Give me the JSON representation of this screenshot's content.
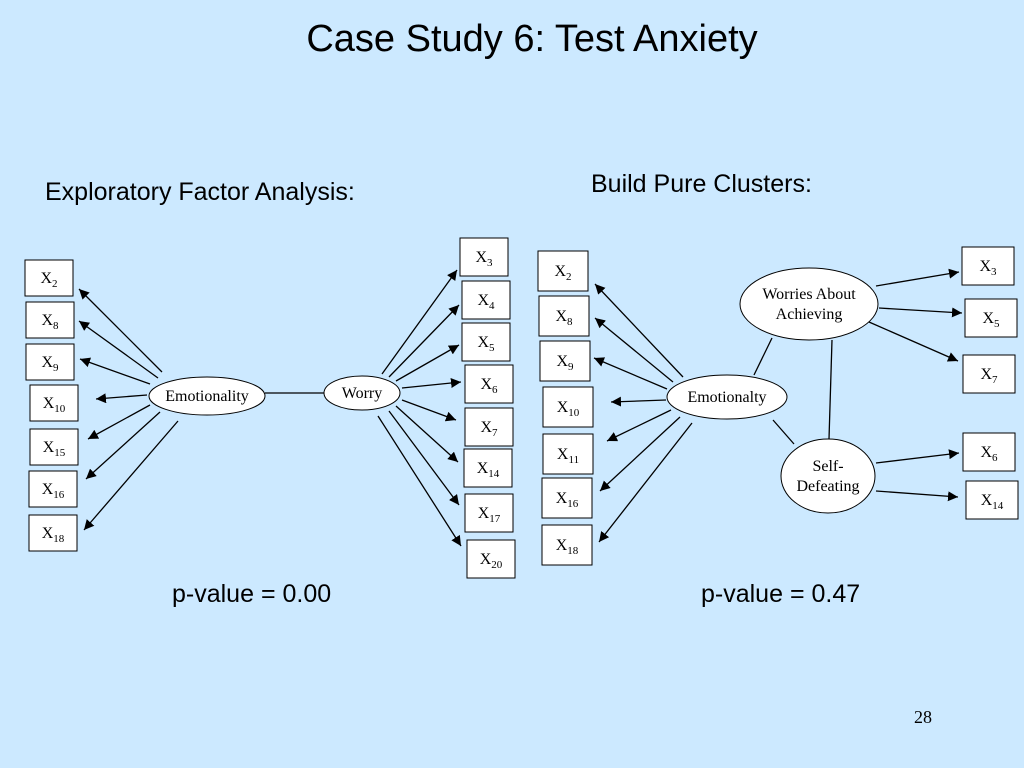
{
  "slide": {
    "title": "Case Study 6: Test Anxiety",
    "page_number": "28"
  },
  "left_panel": {
    "heading": "Exploratory Factor Analysis:",
    "p_value": "p-value = 0.00",
    "latents": [
      {
        "id": "emotionality",
        "label": "Emotionality"
      },
      {
        "id": "worry",
        "label": "Worry"
      }
    ],
    "emotionality_indicators": [
      "2",
      "8",
      "9",
      "10",
      "15",
      "16",
      "18"
    ],
    "worry_indicators": [
      "3",
      "4",
      "5",
      "6",
      "7",
      "14",
      "17",
      "20"
    ],
    "edges": [
      {
        "from": "emotionality",
        "to": "worry",
        "type": "undirected"
      }
    ]
  },
  "right_panel": {
    "heading": "Build Pure Clusters:",
    "p_value": "p-value = 0.47",
    "latents": [
      {
        "id": "emotionality",
        "label": "Emotionalty"
      },
      {
        "id": "worries",
        "label_lines": [
          "Worries About",
          "Achieving"
        ]
      },
      {
        "id": "self_defeating",
        "label_lines": [
          "Self-",
          "Defeating"
        ]
      }
    ],
    "emotionality_indicators": [
      "2",
      "8",
      "9",
      "10",
      "11",
      "16",
      "18"
    ],
    "worries_indicators": [
      "3",
      "5",
      "7"
    ],
    "self_defeating_indicators": [
      "6",
      "14"
    ],
    "edges": [
      {
        "from": "emotionality",
        "to": "worries",
        "type": "undirected"
      },
      {
        "from": "emotionality",
        "to": "self_defeating",
        "type": "undirected"
      },
      {
        "from": "worries",
        "to": "self_defeating",
        "type": "undirected"
      }
    ]
  },
  "variable_prefix": "X"
}
